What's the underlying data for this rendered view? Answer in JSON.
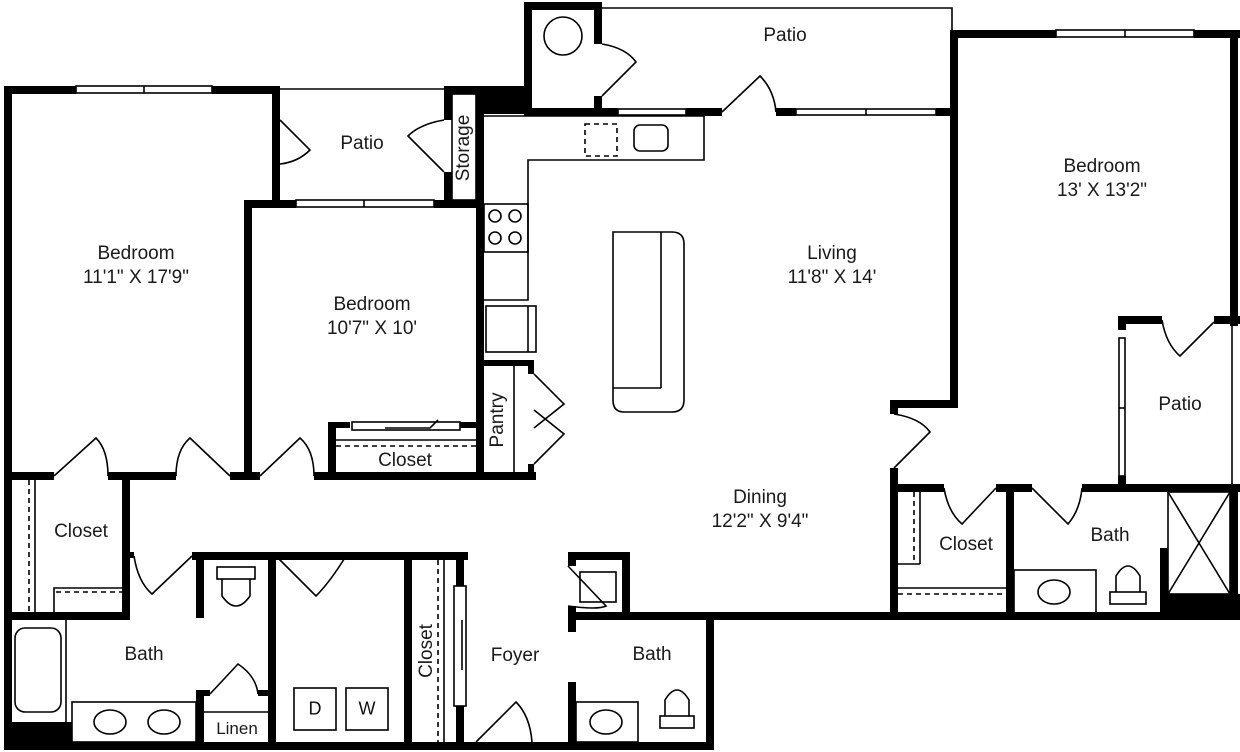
{
  "plan": {
    "rooms": [
      {
        "id": "bedroom-1",
        "name": "Bedroom",
        "dims": "11'1\" X 17'9\""
      },
      {
        "id": "bedroom-2",
        "name": "Bedroom",
        "dims": "10'7\" X 10'"
      },
      {
        "id": "bedroom-3",
        "name": "Bedroom",
        "dims": "13' X 13'2\""
      },
      {
        "id": "living",
        "name": "Living",
        "dims": "11'8\" X 14'"
      },
      {
        "id": "dining",
        "name": "Dining",
        "dims": "12'2\" X 9'4\""
      }
    ],
    "spaces": {
      "patio_left": "Patio",
      "patio_top": "Patio",
      "patio_right": "Patio",
      "storage": "Storage",
      "pantry": "Pantry",
      "closet_bed2": "Closet",
      "closet_left": "Closet",
      "closet_foyer": "Closet",
      "closet_right": "Closet",
      "bath_left": "Bath",
      "bath_foyer": "Bath",
      "bath_right": "Bath",
      "foyer": "Foyer",
      "linen": "Linen"
    },
    "appliances": {
      "dryer": "D",
      "washer": "W"
    },
    "colors": {
      "wall": "#000000",
      "background": "#ffffff",
      "text": "#1a1a1a"
    }
  }
}
